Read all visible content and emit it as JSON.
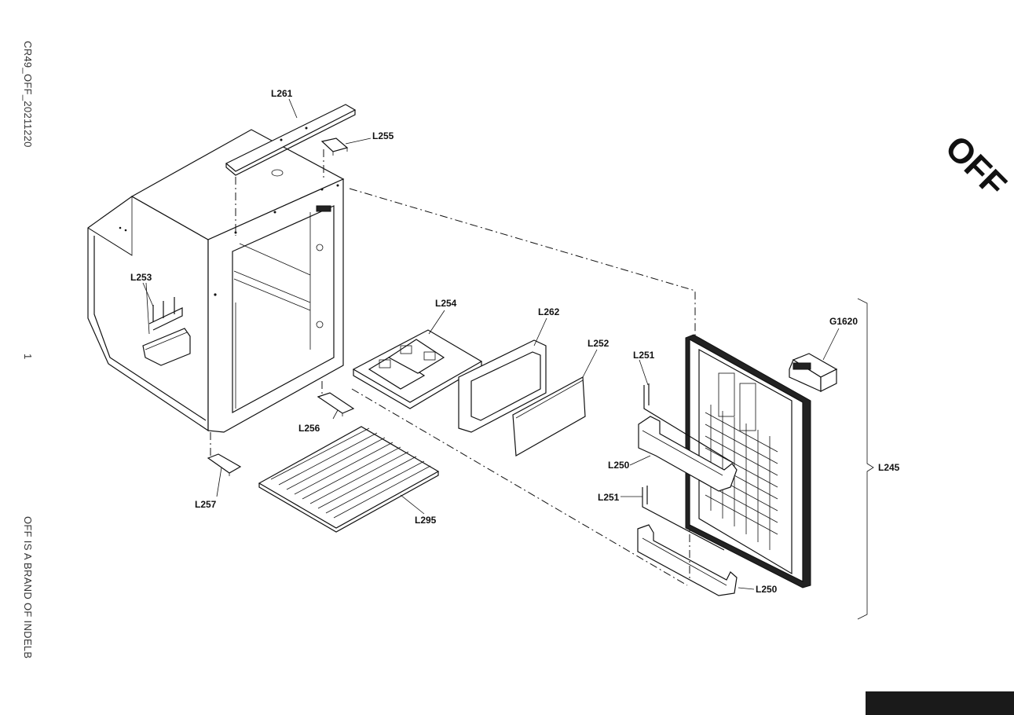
{
  "side_text": {
    "code": "CR49_OFF_20211220",
    "page": "1",
    "brand_line": "OFF IS A BRAND OF INDELB"
  },
  "logo": {
    "text": "OFF"
  },
  "parts": [
    {
      "id": "L261",
      "label": "L261"
    },
    {
      "id": "L255",
      "label": "L255"
    },
    {
      "id": "L253",
      "label": "L253"
    },
    {
      "id": "L254",
      "label": "L254"
    },
    {
      "id": "L262",
      "label": "L262"
    },
    {
      "id": "L252",
      "label": "L252"
    },
    {
      "id": "L251a",
      "label": "L251"
    },
    {
      "id": "G1620",
      "label": "G1620"
    },
    {
      "id": "L256",
      "label": "L256"
    },
    {
      "id": "L250a",
      "label": "L250"
    },
    {
      "id": "L245",
      "label": "L245"
    },
    {
      "id": "L251b",
      "label": "L251"
    },
    {
      "id": "L257",
      "label": "L257"
    },
    {
      "id": "L295",
      "label": "L295"
    },
    {
      "id": "L250b",
      "label": "L250"
    }
  ]
}
